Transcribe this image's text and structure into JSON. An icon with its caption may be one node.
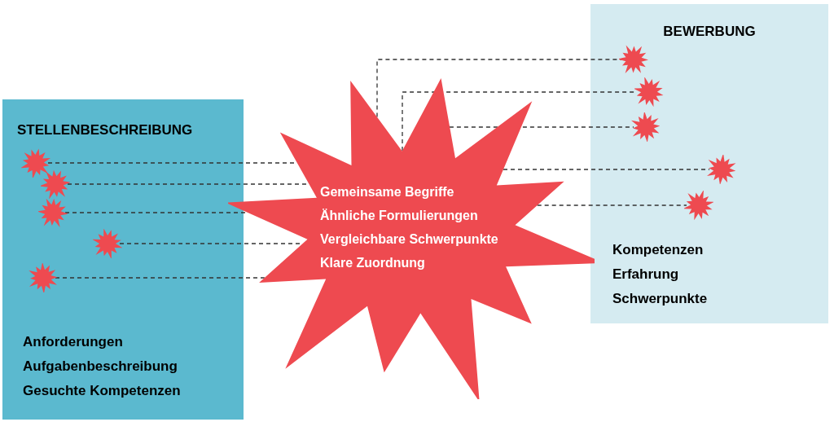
{
  "diagram": {
    "nodes": [
      {
        "text": [
          "STELLENBESCHREIBUNG",
          "Anforderungen",
          "Aufgabenbeschreibung",
          "Gesuchte Kompetenzen"
        ]
      },
      {
        "text": [],
        "shape": "starburst",
        "in": 0
      },
      {
        "text": [],
        "shape": "starburst",
        "in": 0
      },
      {
        "text": [],
        "shape": "starburst",
        "in": 0
      },
      {
        "text": [],
        "shape": "starburst",
        "in": 0
      },
      {
        "text": [],
        "shape": "starburst",
        "in": 0
      },
      {
        "text": [
          "Gemeinsame Begriffe",
          "Ähnliche Formulierungen",
          "Vergleichbare Schwerpunkte",
          "Klare Zuordnung"
        ]
      },
      {
        "text": [
          "BEWERBUNG",
          "Kompetenzen",
          "Erfahrung",
          "Schwerpunkte"
        ]
      },
      {
        "text": [],
        "shape": "starburst",
        "in": 7
      },
      {
        "text": [],
        "shape": "starburst",
        "in": 7
      },
      {
        "text": [],
        "shape": "starburst",
        "in": 7
      },
      {
        "text": [],
        "shape": "starburst",
        "in": 7
      },
      {
        "text": [],
        "shape": "starburst",
        "in": 7
      }
    ],
    "edges": [
      {
        "from": 1,
        "to": 6,
        "arrow": "none",
        "style": "dashed"
      },
      {
        "from": 2,
        "to": 6,
        "arrow": "none",
        "style": "dashed"
      },
      {
        "from": 3,
        "to": 6,
        "arrow": "none",
        "style": "dashed"
      },
      {
        "from": 4,
        "to": 6,
        "arrow": "none",
        "style": "dashed"
      },
      {
        "from": 5,
        "to": 6,
        "arrow": "none",
        "style": "dashed"
      },
      {
        "from": 6,
        "to": 8,
        "arrow": "none",
        "style": "dashed"
      },
      {
        "from": 6,
        "to": 9,
        "arrow": "none",
        "style": "dashed"
      },
      {
        "from": 6,
        "to": 10,
        "arrow": "none",
        "style": "dashed"
      },
      {
        "from": 6,
        "to": 11,
        "arrow": "none",
        "style": "dashed"
      },
      {
        "from": 6,
        "to": 12,
        "arrow": "none",
        "style": "dashed"
      }
    ]
  }
}
